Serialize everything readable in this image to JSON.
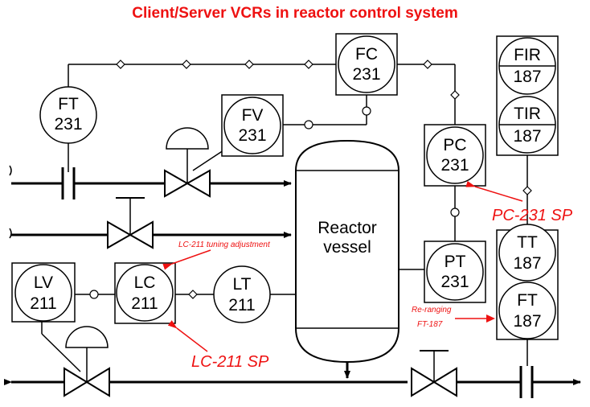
{
  "title": "Client/Server VCRs in reactor control system",
  "vessel": {
    "line1": "Reactor",
    "line2": "vessel"
  },
  "instruments": {
    "FT231": {
      "tag": "FT",
      "loop": "231"
    },
    "FC231": {
      "tag": "FC",
      "loop": "231"
    },
    "FV231": {
      "tag": "FV",
      "loop": "231"
    },
    "PC231": {
      "tag": "PC",
      "loop": "231"
    },
    "PT231": {
      "tag": "PT",
      "loop": "231"
    },
    "FIR187": {
      "tag": "FIR",
      "loop": "187"
    },
    "TIR187": {
      "tag": "TIR",
      "loop": "187"
    },
    "TT187": {
      "tag": "TT",
      "loop": "187"
    },
    "FT187": {
      "tag": "FT",
      "loop": "187"
    },
    "LV211": {
      "tag": "LV",
      "loop": "211"
    },
    "LC211": {
      "tag": "LC",
      "loop": "211"
    },
    "LT211": {
      "tag": "LT",
      "loop": "211"
    }
  },
  "annotations": {
    "pc_sp": "PC-231 SP",
    "lc_sp": "LC-211 SP",
    "lc_tuning": "LC-211 tuning adjustment",
    "reranging_line1": "Re-ranging",
    "reranging_line2": "FT-187"
  },
  "colors": {
    "annotation": "#ee1111",
    "lines": "#000000"
  }
}
